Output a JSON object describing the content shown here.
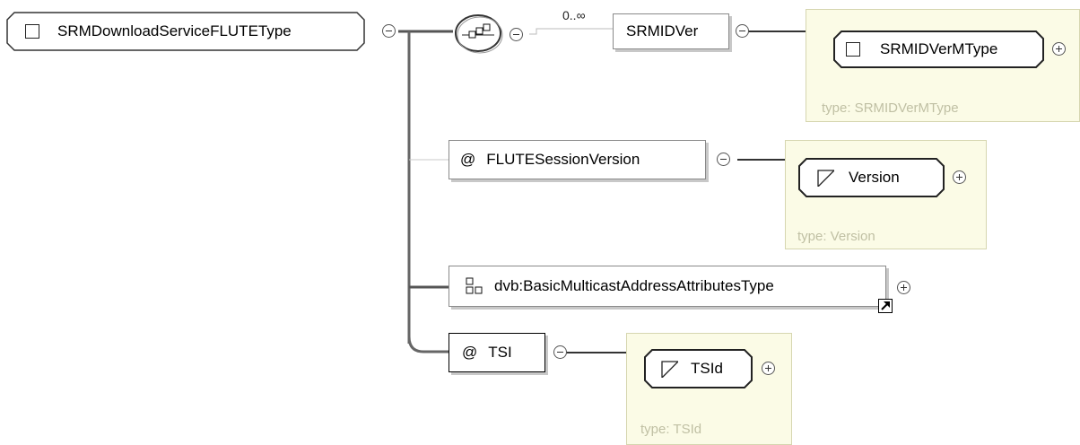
{
  "root": {
    "label": "SRMDownloadServiceFLUTEType"
  },
  "sequence": {
    "cardinality": "0..∞"
  },
  "srmidver": {
    "label": "SRMIDVer",
    "type_node": "SRMIDVerMType",
    "type_label": "type: SRMIDVerMType"
  },
  "flute": {
    "prefix": "@",
    "label": "FLUTESessionVersion",
    "type_node": "Version",
    "type_label": "type: Version"
  },
  "dvb": {
    "label": "dvb:BasicMulticastAddressAttributesType"
  },
  "tsi": {
    "prefix": "@",
    "label": "TSI",
    "type_node": "TSId",
    "type_label": "type: TSId"
  }
}
